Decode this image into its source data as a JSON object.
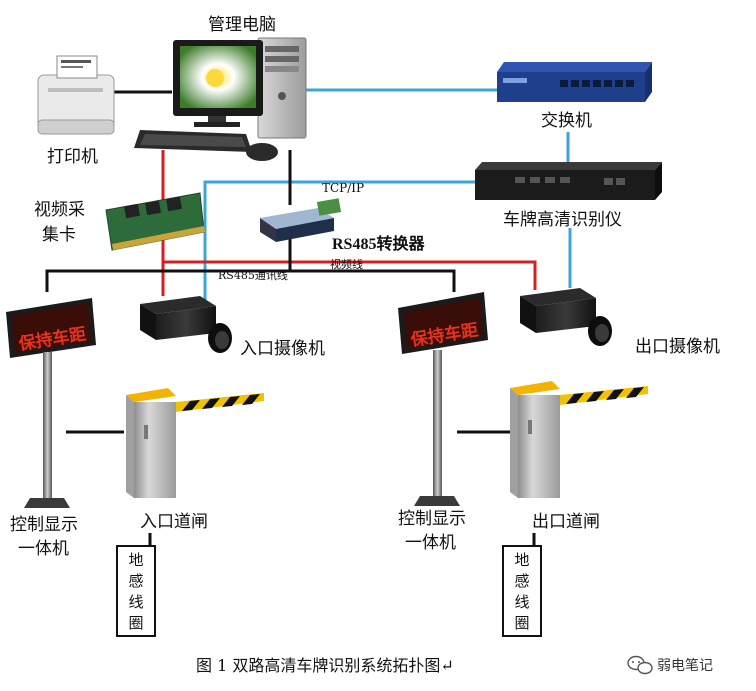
{
  "labels": {
    "management_pc": "管理电脑",
    "printer": "打印机",
    "switch": "交换机",
    "video_card_line1": "视频采",
    "video_card_line2": "集卡",
    "tcpip": "TCP/IP",
    "rs485_converter": "RS485转换器",
    "lpr_device": "车牌高清识别仪",
    "video_line": "视频线",
    "rs485_line": "RS485通讯线",
    "entry_camera": "入口摄像机",
    "exit_camera": "出口摄像机",
    "display_text": "保持车距",
    "control_display_line1": "控制显示",
    "control_display_line2": "一体机",
    "entry_gate": "入口道闸",
    "exit_gate": "出口道闸",
    "loop_chars": [
      "地",
      "感",
      "线",
      "圈"
    ],
    "caption": "图 1 双路高清车牌识别系统拓扑图↵",
    "watermark": "弱电笔记"
  },
  "colors": {
    "black_line": "#111111",
    "red_line": "#d42020",
    "blue_line": "#3aa6d8",
    "led_text": "#e8321e",
    "gate_yellow": "#f2b400",
    "switch_blue": "#1f3e8c"
  }
}
